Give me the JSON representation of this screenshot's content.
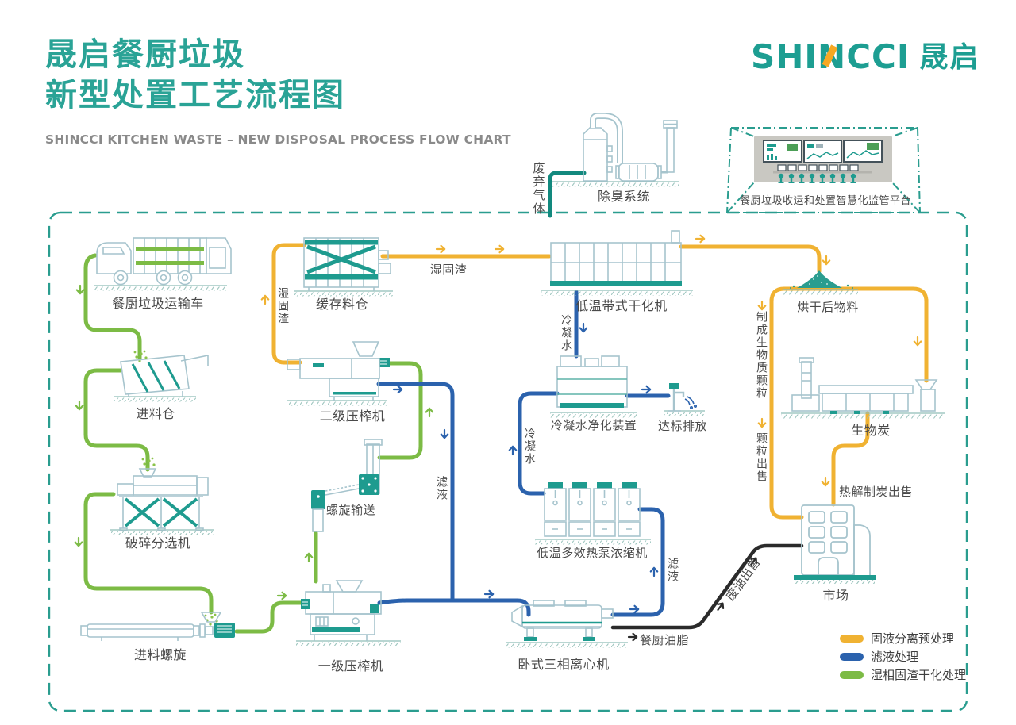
{
  "header": {
    "title_line1": "晟启餐厨垃圾",
    "title_line2": "新型处置工艺流程图",
    "subtitle": "SHINCCI KITCHEN WASTE – NEW DISPOSAL PROCESS FLOW CHART",
    "logo": {
      "pre": "SHI",
      "n": "N",
      "post": "CCI",
      "cn": "晟启"
    }
  },
  "offsite": {
    "deodorization": "除臭系统",
    "waste_gas": "废弃气体",
    "platform": "餐厨垃圾收运和处置智慧化监管平台"
  },
  "nodes": {
    "truck": "餐厨垃圾运输车",
    "feed_hopper": "进料仓",
    "crusher": "破碎分选机",
    "feed_screw": "进料螺旋",
    "primary_press": "一级压榨机",
    "screw_conveyor": "螺旋输送",
    "secondary_press": "二级压榨机",
    "buffer_silo": "缓存料仓",
    "belt_dryer": "低温带式干化机",
    "condensate_purifier": "冷凝水净化装置",
    "discharge": "达标排放",
    "concentrator": "低温多效热泵浓缩机",
    "centrifuge": "卧式三相离心机",
    "dried_material": "烘干后物料",
    "biochar": "生物炭",
    "market": "市场"
  },
  "flows": {
    "wet_residue_up": "湿固渣",
    "wet_residue": "湿固渣",
    "condensate_down": "冷凝水",
    "condensate_up": "冷凝水",
    "filtrate_down": "滤液",
    "filtrate_up": "滤液",
    "kitchen_grease": "餐厨油脂",
    "waste_oil_sale": "废油出售",
    "biomass_pellets": "制成生物质颗粒",
    "pellet_sale": "颗粒出售",
    "pyrolysis_sale": "热解制炭出售"
  },
  "legend": {
    "items": [
      {
        "color": "#F0B232",
        "label": "固液分离预处理"
      },
      {
        "color": "#2B62AD",
        "label": "滤液处理"
      },
      {
        "color": "#7CBB45",
        "label": "湿相固渣干化处理"
      }
    ]
  },
  "colors": {
    "teal": "#1E9B8F",
    "title_teal": "#2AA396",
    "border_teal": "#2A9D8F",
    "yellow": "#F0B232",
    "blue": "#2B62AD",
    "green": "#7CBB45",
    "black_line": "#2B2B2B",
    "orange": "#F7A823",
    "subtitle_gray": "#8A8A8A"
  }
}
